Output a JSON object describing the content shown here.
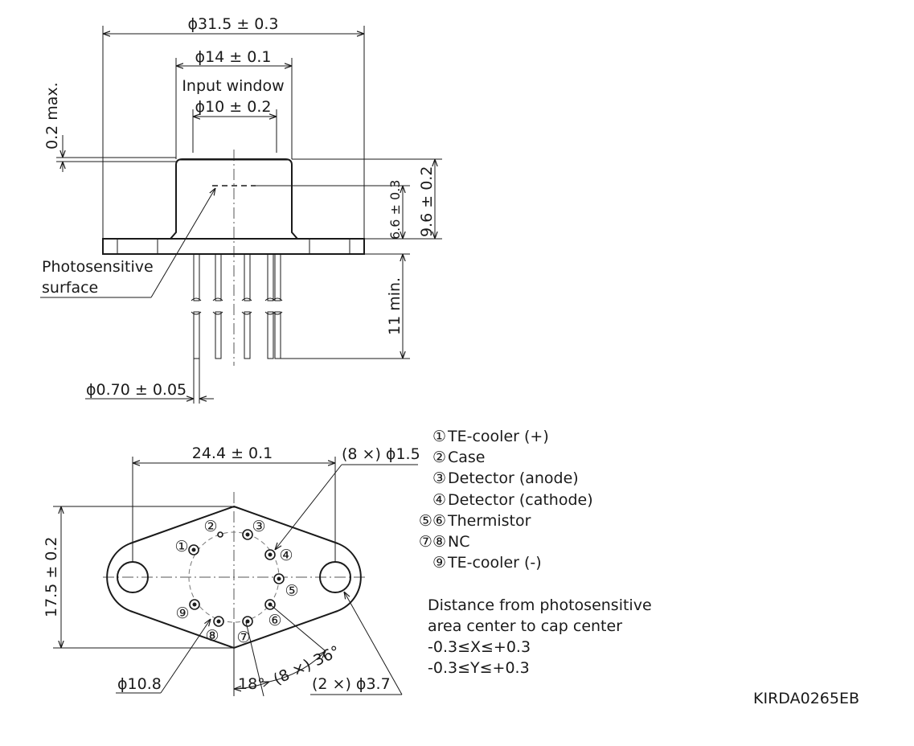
{
  "side_view": {
    "dim_flange_diameter": "ϕ31.5 ± 0.3",
    "dim_cap_diameter": "ϕ14 ± 0.1",
    "input_window_label": "Input window",
    "dim_window_diameter": "ϕ10 ± 0.2",
    "dim_window_protrusion": "0.2 max.",
    "dim_surface_height": "6.6 ± 0.3",
    "dim_total_height": "9.6 ± 0.2",
    "dim_lead_length": "11 min.",
    "photosensitive_label_line1": "Photosensitive",
    "photosensitive_label_line2": "surface",
    "dim_lead_diameter": "ϕ0.70 ± 0.05"
  },
  "bottom_view": {
    "dim_hole_spacing": "24.4 ± 0.1",
    "dim_pin_holes": "(8 ×) ϕ1.5",
    "dim_flange_width": "17.5 ± 0.2",
    "dim_pin_circle": "ϕ10.8",
    "dim_angle_offset": "18°",
    "dim_angle_pitch": "(8 ×) 36°",
    "dim_mount_holes": "(2 ×) ϕ3.7",
    "pin_numbers": [
      "①",
      "②",
      "③",
      "④",
      "⑤",
      "⑥",
      "⑦",
      "⑧",
      "⑨"
    ]
  },
  "legend": {
    "items": [
      {
        "num": "①",
        "label": "TE-cooler (+)"
      },
      {
        "num": "②",
        "label": "Case"
      },
      {
        "num": "③",
        "label": "Detector (anode)"
      },
      {
        "num": "④",
        "label": "Detector (cathode)"
      },
      {
        "num": "⑤⑥",
        "label": "Thermistor"
      },
      {
        "num": "⑦⑧",
        "label": "NC"
      },
      {
        "num": "⑨",
        "label": "TE-cooler (-)"
      }
    ]
  },
  "note": {
    "line1": "Distance from photosensitive",
    "line2": "area center to cap center",
    "line3": "-0.3≤X≤+0.3",
    "line4": "-0.3≤Y≤+0.3"
  },
  "drawing_code": "KIRDA0265EB"
}
